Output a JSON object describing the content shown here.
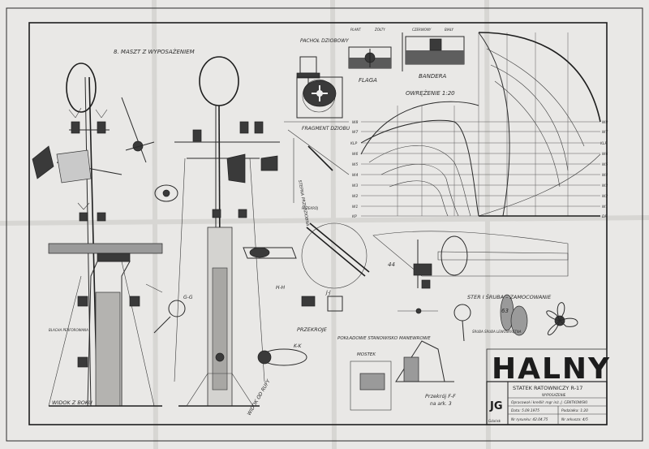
{
  "labels": {
    "mast": "8. MASZT Z WYPOSAŻENIEM",
    "bow_post": "PACHOŁ DZIOBOWY",
    "flag_label": "FLAGA",
    "ensign_label": "BANDERA",
    "flag_note_1": "PLANT",
    "flag_note_2": "ŻÓŁTY",
    "flag_note_3": "CZERWONY",
    "flag_note_4": "BIAŁY",
    "lines_plan": "OWRĘŻENIE 1:20",
    "bow_fragment": "FRAGMENT DZIOBU",
    "stem_tilt": "STEPNA PRZEDZIOBNA",
    "stem_sub": "PRZEKRÓJ",
    "rudder": "STER I ŚRUBA – ZAMOCOWANIE",
    "sections": "PRZEKROJE",
    "hh": "H-H",
    "jj": "J-J",
    "kk": "K-K",
    "gg": "G-G",
    "deck_station": "POKŁADOWE STANOWISKO MANEWROWE",
    "bridge": "MOSTEK",
    "side_view": "WIDOK Z BOKU",
    "stern_view": "WIDOK OD RUFY",
    "section_ff": "Przekrój F-F",
    "section_ff_ref": "na ark. 3",
    "propeller_note": "ŚRUBA ŚRUBA LEWOSKRĘTNA",
    "perforated": "BLACHA PERFOROWANA",
    "num_44": "44",
    "num_63": "63"
  },
  "waterlines": [
    "W8",
    "W7",
    "KLP",
    "W6",
    "W5",
    "W4",
    "W3",
    "W2",
    "W1",
    "KP"
  ],
  "waterlines_right": [
    "W8",
    "W7",
    "KLP",
    "W6",
    "W5",
    "W4",
    "W3",
    "W2",
    "W1",
    "DP"
  ],
  "title_block": {
    "name": "HALNY",
    "subtitle": "STATEK RATOWNICZY  R-17",
    "sub2": "WYPOSAŻENIE",
    "author": "Opracował i kreślił: mgr inż. J. CENTKOWSKI",
    "date": "Data: 5.09.1975",
    "scale": "Podziałka: 1:20",
    "drawing_no": "Nr rysunku: 42.04.75",
    "sheet": "Nr arkusza: 4/5",
    "logo": "JG",
    "city": "Gdańsk"
  },
  "colors": {
    "paper": "#e9e8e6",
    "ink": "#2a2a2a",
    "flag_red": "#8a8a8a"
  }
}
